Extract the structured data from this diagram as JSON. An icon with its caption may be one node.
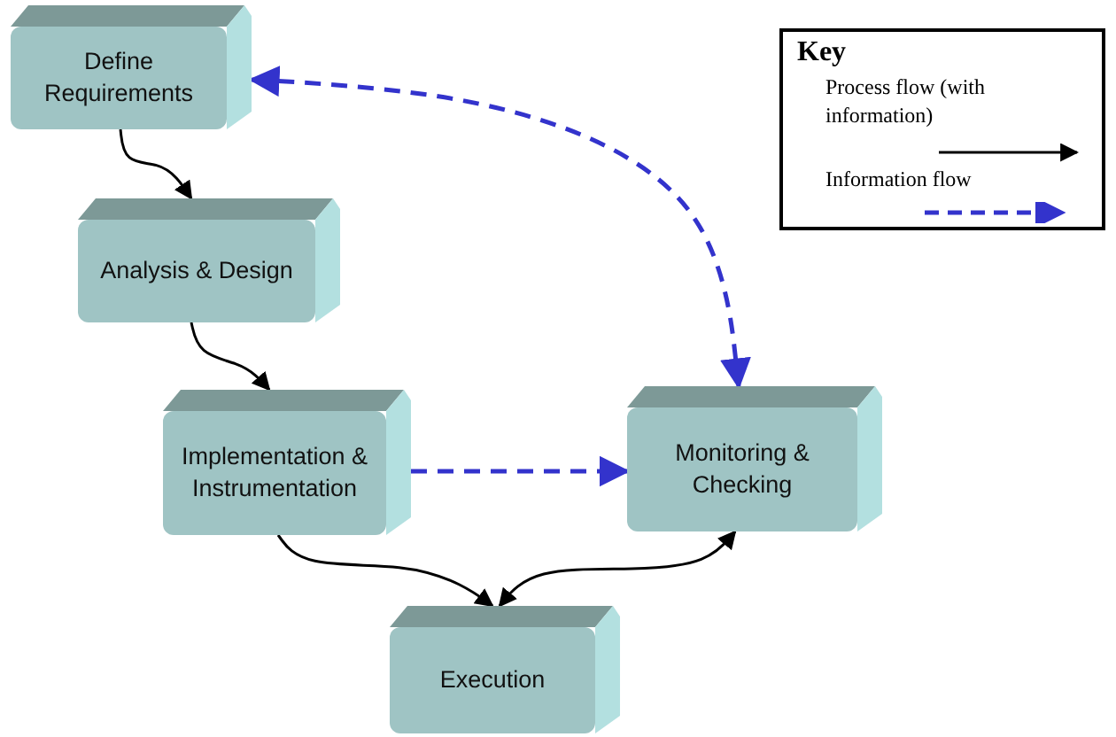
{
  "diagram": {
    "nodes": [
      {
        "text": [
          "Define Requirements"
        ]
      },
      {
        "text": [
          "Analysis & Design"
        ]
      },
      {
        "text": [
          "Implementation & Instrumentation"
        ]
      },
      {
        "text": [
          "Monitoring & Checking"
        ]
      },
      {
        "text": [
          "Execution"
        ]
      }
    ],
    "edges": [
      {
        "from": 0,
        "to": 1,
        "arrow": "to"
      },
      {
        "from": 1,
        "to": 2,
        "arrow": "to"
      },
      {
        "from": 2,
        "to": 4,
        "arrow": "to"
      },
      {
        "from": 4,
        "to": 3,
        "arrow": "both"
      },
      {
        "from": 2,
        "to": 3,
        "arrow": "to",
        "style": "dashed",
        "color": "#3333cc"
      },
      {
        "from": 3,
        "to": 0,
        "arrow": "both",
        "style": "dashed",
        "color": "#3333cc"
      }
    ],
    "labels": [
      "Key"
    ],
    "legend": [
      {
        "text": "Process flow (with information)"
      },
      {
        "text": "Information flow"
      }
    ]
  }
}
